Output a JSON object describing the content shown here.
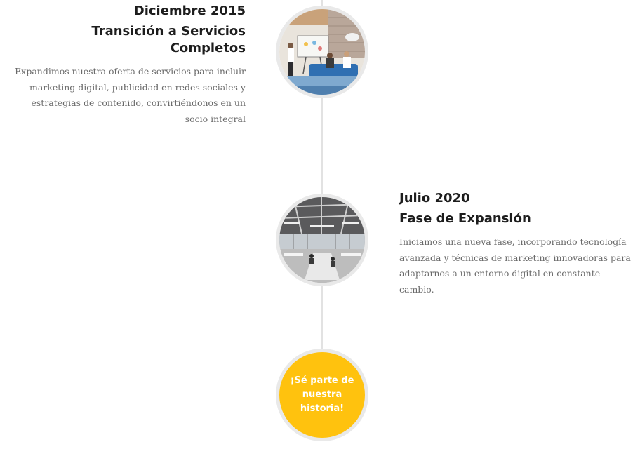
{
  "timeline": {
    "entries": [
      {
        "date": "Diciembre 2015",
        "title": "Transición a Servicios Completos",
        "description": "Expandimos nuestra oferta de servicios para incluir marketing digital, publicidad en redes sociales y estrategias de contenido, convirtiéndonos en un socio integral"
      },
      {
        "date": "Julio 2020",
        "title": "Fase de Expansión",
        "description": "Iniciamos una nueva fase, incorporando tecnología avanzada y técnicas de marketing innovadoras para adaptarnos a un entorno digital en constante cambio."
      }
    ],
    "cta": {
      "label": "¡Sé parte de nuestra historia!"
    }
  },
  "colors": {
    "accent": "#ffc20e",
    "line": "#e2e2e2",
    "node_border": "#e9e9e9",
    "heading": "#1d1d1d",
    "body_text": "#6a6a6a"
  }
}
